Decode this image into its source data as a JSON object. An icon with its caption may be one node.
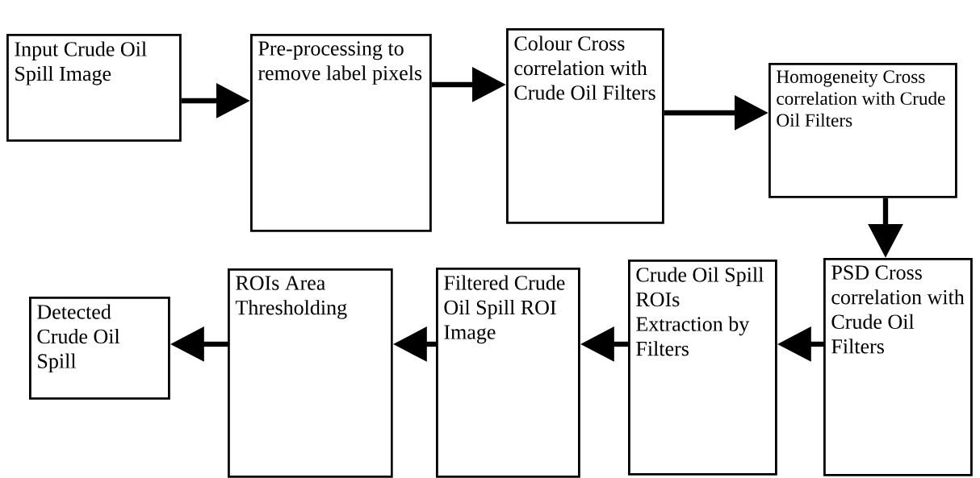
{
  "diagram": {
    "nodes": [
      {
        "text": [
          "Input Crude Oil Spill Image"
        ]
      },
      {
        "text": [
          "Pre-processing to remove label pixels"
        ]
      },
      {
        "text": [
          "Colour Cross correlation with Crude Oil Filters"
        ]
      },
      {
        "text": [
          "Homogeneity Cross correlation with Crude Oil Filters"
        ]
      },
      {
        "text": [
          "PSD Cross correlation with Crude Oil Filters"
        ]
      },
      {
        "text": [
          "Crude Oil Spill ROIs Extraction by Filters"
        ]
      },
      {
        "text": [
          "Filtered Crude Oil Spill ROI Image"
        ]
      },
      {
        "text": [
          "ROIs Area Thresholding"
        ]
      },
      {
        "text": [
          "Detected Crude Oil Spill"
        ]
      }
    ],
    "edges": [
      {
        "from": 0,
        "to": 1,
        "arrow": "to"
      },
      {
        "from": 1,
        "to": 2,
        "arrow": "to"
      },
      {
        "from": 2,
        "to": 3,
        "arrow": "to"
      },
      {
        "from": 3,
        "to": 4,
        "arrow": "to"
      },
      {
        "from": 4,
        "to": 5,
        "arrow": "to"
      },
      {
        "from": 5,
        "to": 6,
        "arrow": "to"
      },
      {
        "from": 6,
        "to": 7,
        "arrow": "to"
      },
      {
        "from": 7,
        "to": 8,
        "arrow": "to"
      }
    ]
  }
}
